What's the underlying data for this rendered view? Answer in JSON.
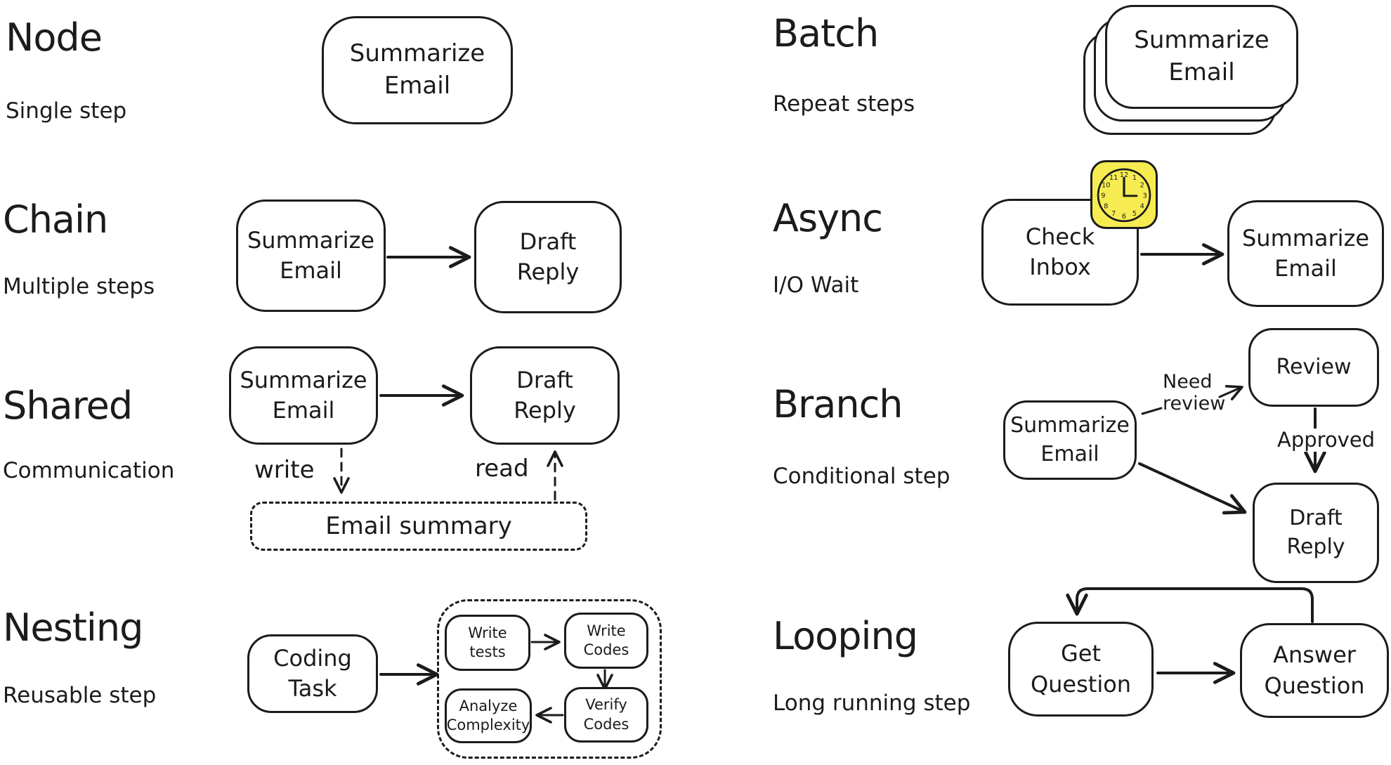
{
  "canvas": {
    "background": "#ffffff",
    "ink": "#1b1b1b"
  },
  "sections": {
    "node": {
      "title": "Node",
      "subtitle": "Single step",
      "box1": "Summarize Email"
    },
    "chain": {
      "title": "Chain",
      "subtitle": "Multiple steps",
      "box1": "Summarize Email",
      "box2": "Draft Reply"
    },
    "shared": {
      "title": "Shared",
      "subtitle": "Communication",
      "box1": "Summarize Email",
      "box2": "Draft Reply",
      "label_write": "write",
      "label_read": "read",
      "store": "Email summary"
    },
    "nesting": {
      "title": "Nesting",
      "subtitle": "Reusable step",
      "box1": "Coding Task",
      "inner_top_left": "Write tests",
      "inner_top_right": "Write Codes",
      "inner_bottom_right": "Verify Codes",
      "inner_bottom_left": "Analyze Complexity"
    },
    "batch": {
      "title": "Batch",
      "subtitle": "Repeat steps",
      "box1": "Summarize Email"
    },
    "async": {
      "title": "Async",
      "subtitle": "I/O Wait",
      "box1": "Check Inbox",
      "box2": "Summarize Email",
      "clock": {
        "color": "#f6ec52",
        "numbers": [
          "12",
          "1",
          "2",
          "3",
          "4",
          "5",
          "6",
          "7",
          "8",
          "9",
          "10",
          "11"
        ]
      }
    },
    "branch": {
      "title": "Branch",
      "subtitle": "Conditional step",
      "box1": "Summarize Email",
      "box2": "Review",
      "box3": "Draft Reply",
      "label_need_review": "Need review",
      "label_approved": "Approved"
    },
    "looping": {
      "title": "Looping",
      "subtitle": "Long running step",
      "box1": "Get Question",
      "box2": "Answer Question"
    }
  }
}
